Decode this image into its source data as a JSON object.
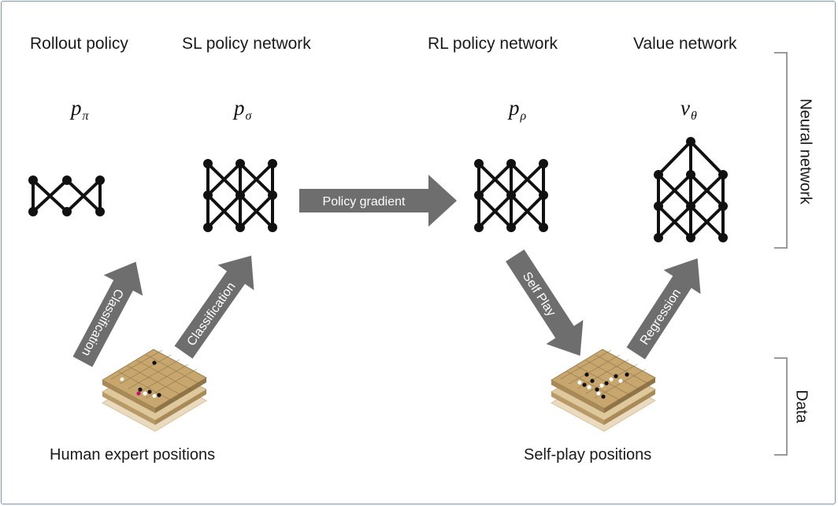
{
  "networks": {
    "rollout": {
      "title": "Rollout policy",
      "symbol": "p",
      "subscript": "π"
    },
    "sl": {
      "title": "SL policy network",
      "symbol": "p",
      "subscript": "σ"
    },
    "rl": {
      "title": "RL policy network",
      "symbol": "p",
      "subscript": "ρ"
    },
    "value": {
      "title": "Value network",
      "symbol": "v",
      "subscript": "θ"
    }
  },
  "arrows": {
    "policy_gradient": "Policy gradient",
    "classification_left": "Classification",
    "classification_right": "Classification",
    "self_play": "Self Play",
    "regression": "Regression"
  },
  "side_labels": {
    "neural_network": "Neural network",
    "data": "Data"
  },
  "positions": {
    "human": "Human expert positions",
    "self_play": "Self-play positions"
  },
  "colors": {
    "arrow": "#6e6e6e",
    "board": "#c7a76e",
    "board_edge": "#9c7f4c",
    "bracket": "#9a9a9a",
    "frame": "#7a96b4"
  }
}
